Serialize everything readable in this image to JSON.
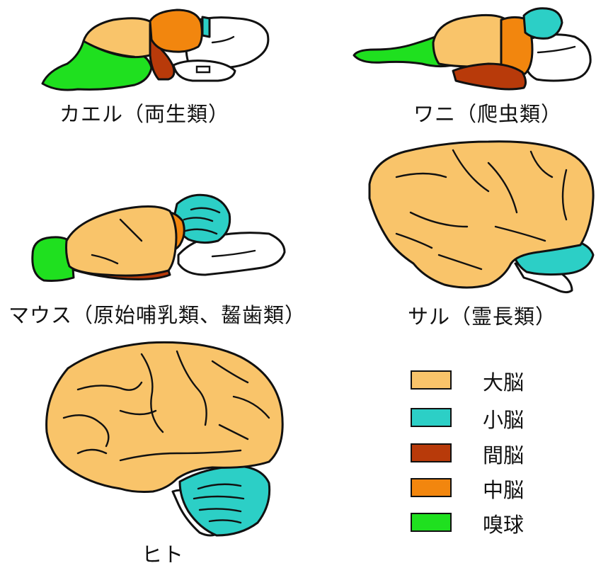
{
  "captions": {
    "frog": "カエル（両生類）",
    "croc": "ワニ（爬虫類）",
    "mouse": "マウス（原始哺乳類、齧歯類）",
    "monkey": "サル（霊長類）",
    "human": "ヒト"
  },
  "legend": [
    {
      "label": "大脳",
      "color": "#F9C46A"
    },
    {
      "label": "小脳",
      "color": "#2CCFC6"
    },
    {
      "label": "間脳",
      "color": "#B83A0A"
    },
    {
      "label": "中脳",
      "color": "#F2860E"
    },
    {
      "label": "嗅球",
      "color": "#1FE01F"
    }
  ],
  "colors": {
    "cerebrum": "#F9C46A",
    "cerebellum": "#2CCFC6",
    "diencephalon": "#B83A0A",
    "midbrain": "#F2860E",
    "olfactory": "#1FE01F",
    "brainstem": "#FFFFFF",
    "outline": "#111111"
  }
}
